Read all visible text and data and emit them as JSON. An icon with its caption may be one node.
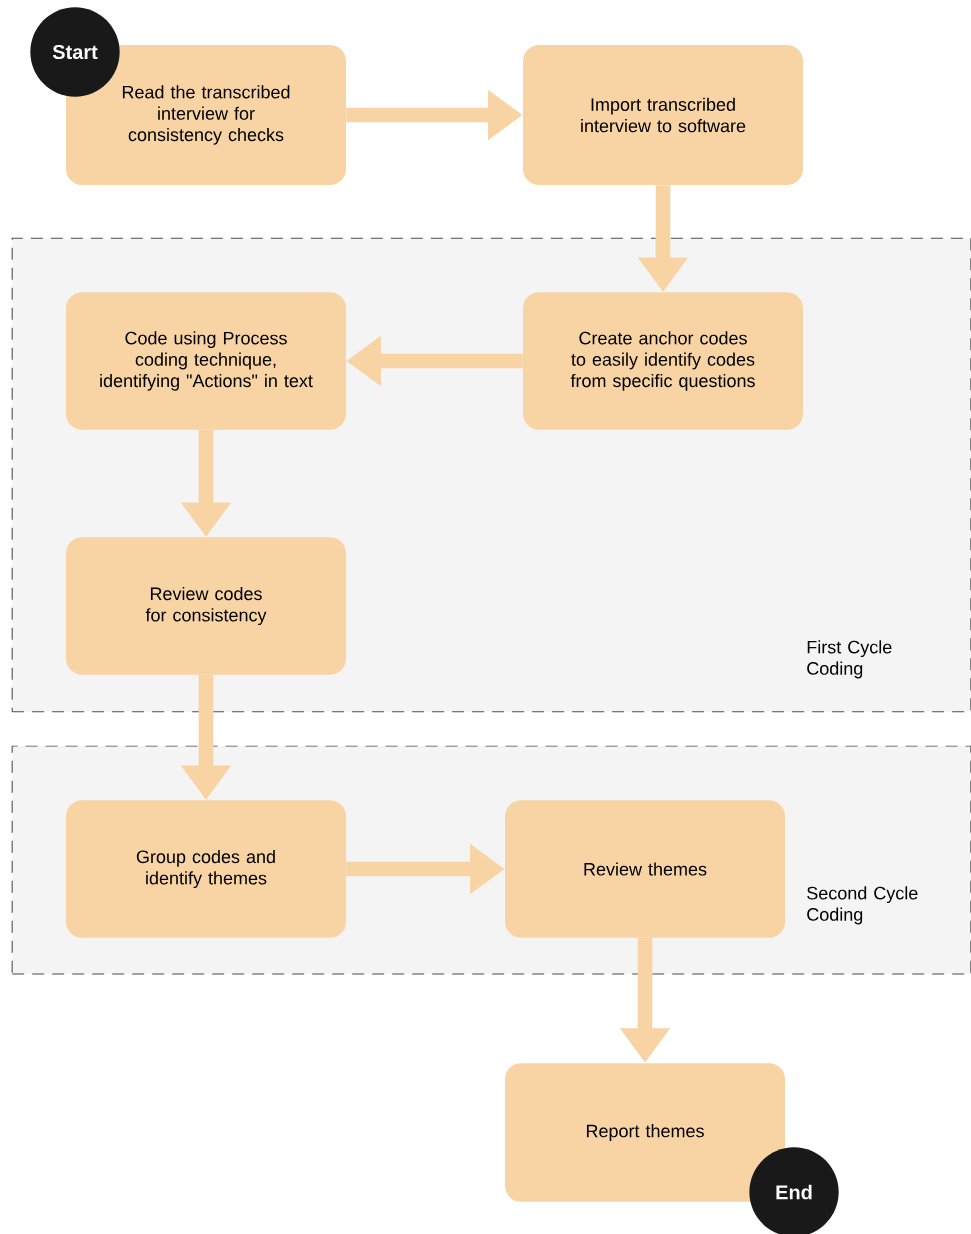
{
  "diagram": {
    "nodes": [
      {
        "text": [
          "Start"
        ]
      },
      {
        "text": [
          "Read the transcribed interview for consistency checks"
        ]
      },
      {
        "text": [
          "Import transcribed interview to software"
        ]
      },
      {
        "text": [
          "First Cycle Coding"
        ]
      },
      {
        "text": [
          "Create anchor codes to easily identify codes from specific questions"
        ],
        "in": 3
      },
      {
        "text": [
          "Code using Process coding technique, identifying \"Actions\" in text"
        ],
        "in": 3
      },
      {
        "text": [
          "Review codes for consistency"
        ],
        "in": 3
      },
      {
        "text": [
          "Second Cycle Coding"
        ]
      },
      {
        "text": [
          "Group codes and identify themes"
        ],
        "in": 7
      },
      {
        "text": [
          "Review themes"
        ],
        "in": 7
      },
      {
        "text": [
          "Report themes"
        ]
      },
      {
        "text": [
          "End"
        ]
      }
    ],
    "edges": [
      {
        "from": 1,
        "to": 2,
        "arrow": "to"
      },
      {
        "from": 2,
        "to": 4,
        "arrow": "to"
      },
      {
        "from": 4,
        "to": 5,
        "arrow": "to"
      },
      {
        "from": 5,
        "to": 6,
        "arrow": "to"
      },
      {
        "from": 6,
        "to": 8,
        "arrow": "to"
      },
      {
        "from": 8,
        "to": 9,
        "arrow": "to"
      },
      {
        "from": 9,
        "to": 10,
        "arrow": "to"
      }
    ]
  }
}
